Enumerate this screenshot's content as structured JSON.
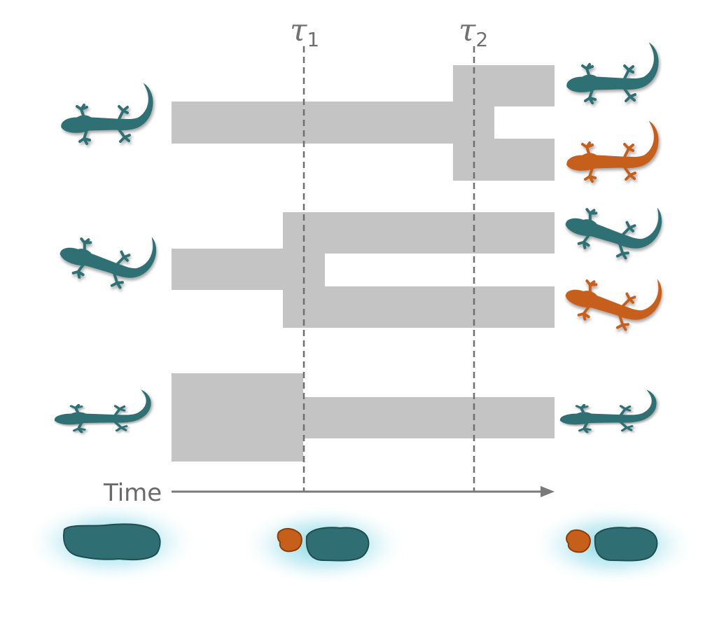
{
  "markers": [
    {
      "symbol": "τ",
      "subscript": "1"
    },
    {
      "symbol": "τ",
      "subscript": "2"
    }
  ],
  "axis": {
    "label": "Time"
  },
  "lineages": [
    {
      "ancestor": "gecko",
      "descendants": [
        "gecko",
        "gecko"
      ]
    },
    {
      "ancestor": "gecko",
      "descendants": [
        "gecko",
        "gecko"
      ]
    },
    {
      "ancestor": "gecko",
      "descendants": [
        "gecko"
      ]
    }
  ],
  "colors": {
    "teal": "#2f6f73",
    "orange": "#c65f1a",
    "band": "#c4c4c4",
    "glow": "#4fc3d9"
  },
  "icons": {
    "lizard": "gecko-silhouette-icon",
    "island": "island-icon"
  },
  "islands": [
    {
      "landmasses": [
        "teal"
      ]
    },
    {
      "landmasses": [
        "orange",
        "teal"
      ]
    },
    {
      "landmasses": [
        "orange",
        "teal"
      ]
    }
  ]
}
